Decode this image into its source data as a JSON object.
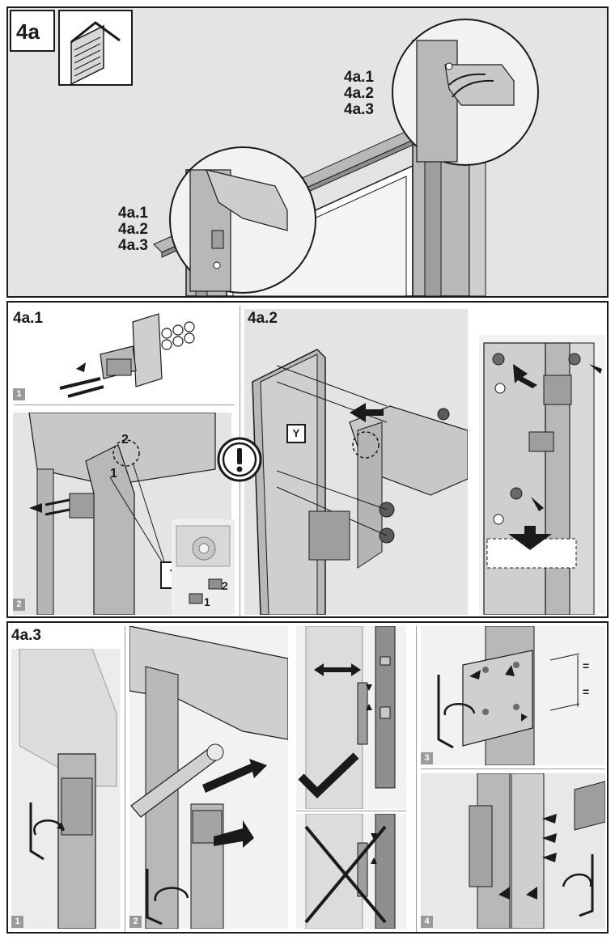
{
  "header": {
    "step_label": "4a",
    "icon": "frame-corner-icon"
  },
  "overview": {
    "callout_right": [
      "4a.1",
      "4a.2",
      "4a.3"
    ],
    "callout_left": [
      "4a.1",
      "4a.2",
      "4a.3"
    ]
  },
  "section_4a1": {
    "title": "4a.1",
    "steps": [
      "1",
      "2"
    ],
    "bolt_labels": [
      "2",
      "1"
    ],
    "y_badge": {
      "letter": "Y",
      "sup": "2",
      "sub": "1"
    },
    "inset_labels": [
      "2",
      "1"
    ]
  },
  "section_4a2": {
    "title": "4a.2",
    "y_badge": "Y",
    "warning_icon": "exclamation-warning-icon"
  },
  "section_4a3": {
    "title": "4a.3",
    "steps": [
      "1",
      "2",
      "3",
      "4"
    ],
    "check_icon": "checkmark-icon",
    "cross_icon": "cross-icon"
  },
  "colors": {
    "line": "#1a1a1a",
    "panel_gray": "#e4e4e4",
    "steel": "#b8b8b8",
    "steel_dark": "#8e8e8e"
  }
}
